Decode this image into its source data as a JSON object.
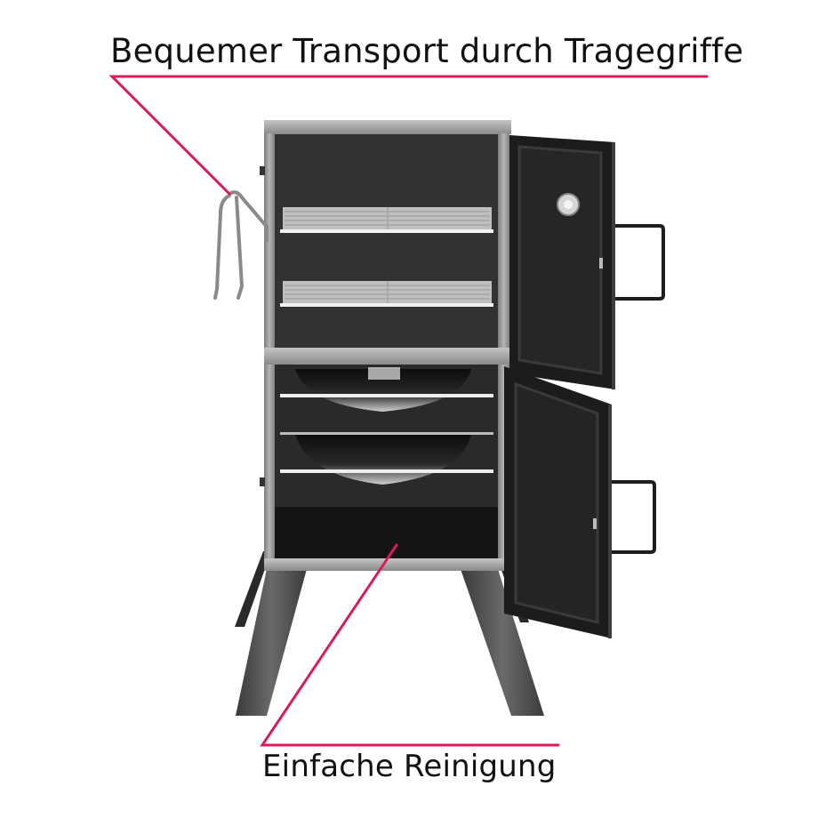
{
  "annotations": {
    "top": {
      "label": "Bequemer Transport durch Tragegriffe",
      "points_to": "carrying handle / tongs hook"
    },
    "bottom": {
      "label": "Einfache Reinigung",
      "points_to": "bottom cleaning compartment"
    }
  },
  "colors": {
    "accent_line": "#d81b60",
    "text": "#111111",
    "background": "#ffffff",
    "frame_steel": "#9a9a9a",
    "interior": "#2e2e2e",
    "door_dark": "#1e1e1e"
  },
  "product": {
    "type": "vertical smoker",
    "grill_racks": 2,
    "bowls": 2,
    "doors": 2,
    "door_handles": 2,
    "has_thermometer": true
  }
}
